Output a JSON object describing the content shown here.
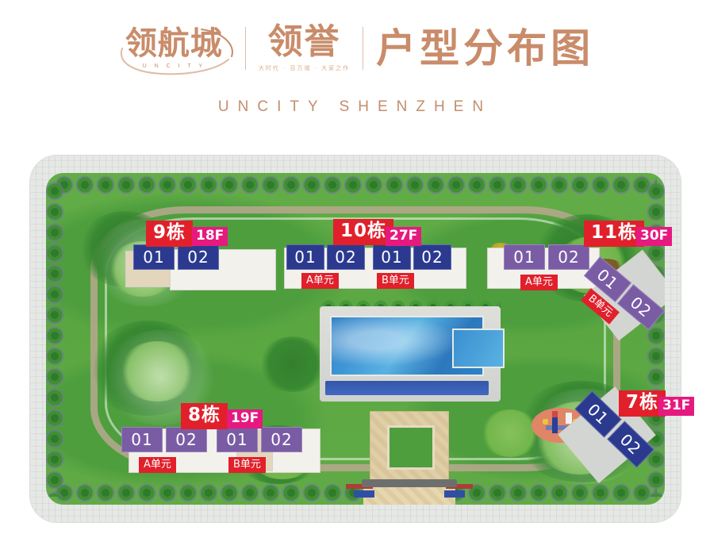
{
  "header": {
    "brand_cn": "领航城",
    "brand_en": "U N C I T Y",
    "sub_brand_cn": "领誉",
    "sub_brand_tag": "大时代 · 百万城 · 大家之作",
    "title_cn": "户型分布图",
    "subtitle_en": "UNCITY SHENZHEN",
    "accent_color": "#c98c6a"
  },
  "legend_colors": {
    "building_badge": "#e1202b",
    "floor_badge": "#e6197f",
    "unit_blue": "#2b3a8f",
    "unit_purple": "#7a5ca5",
    "site_green": "#5aa742",
    "pool_blue": "#3f96d6",
    "pavement": "#eef0ee"
  },
  "map": {
    "buildings": [
      {
        "id": "b9",
        "name": "9栋",
        "floors": "18F",
        "color": "blue",
        "units": [
          {
            "label": "01"
          },
          {
            "label": "02"
          }
        ],
        "unit_tags": []
      },
      {
        "id": "b10",
        "name": "10栋",
        "floors": "27F",
        "color": "blue",
        "units": [
          {
            "label": "01"
          },
          {
            "label": "02"
          },
          {
            "label": "01"
          },
          {
            "label": "02"
          }
        ],
        "unit_tags": [
          {
            "label": "A单元"
          },
          {
            "label": "B单元"
          }
        ]
      },
      {
        "id": "b11",
        "name": "11栋",
        "floors": "30F",
        "color": "purple",
        "units": [
          {
            "label": "01"
          },
          {
            "label": "02"
          },
          {
            "label": "01"
          },
          {
            "label": "02"
          }
        ],
        "unit_tags": [
          {
            "label": "A单元"
          },
          {
            "label": "B单元"
          }
        ]
      },
      {
        "id": "b7",
        "name": "7栋",
        "floors": "31F",
        "color": "blue",
        "units": [
          {
            "label": "01"
          },
          {
            "label": "02"
          }
        ],
        "unit_tags": []
      },
      {
        "id": "b8",
        "name": "8栋",
        "floors": "19F",
        "color": "purple",
        "units": [
          {
            "label": "01"
          },
          {
            "label": "02"
          },
          {
            "label": "01"
          },
          {
            "label": "02"
          }
        ],
        "unit_tags": [
          {
            "label": "A单元"
          },
          {
            "label": "B单元"
          }
        ]
      }
    ],
    "features": [
      {
        "name": "swimming-pool"
      },
      {
        "name": "children-playground"
      },
      {
        "name": "central-plaza"
      },
      {
        "name": "main-gate"
      }
    ]
  }
}
